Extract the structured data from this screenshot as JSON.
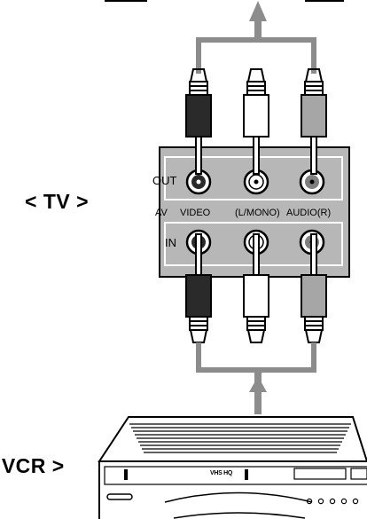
{
  "labels": {
    "tv": "< TV >",
    "vcr": "< VCR >",
    "out": "OUT",
    "in": "IN",
    "av": "AV",
    "video": "VIDEO",
    "l_mono": "(L/MONO)",
    "audio_r": "AUDIO(R)",
    "vhs_badge": "VHS HQ"
  },
  "colors": {
    "panel": "#b7b7b7",
    "cable": "#8c8c8c",
    "video_plug": "#2a2a2a",
    "audio_l_plug": "#ffffff",
    "audio_r_plug": "#a6a6a6"
  }
}
